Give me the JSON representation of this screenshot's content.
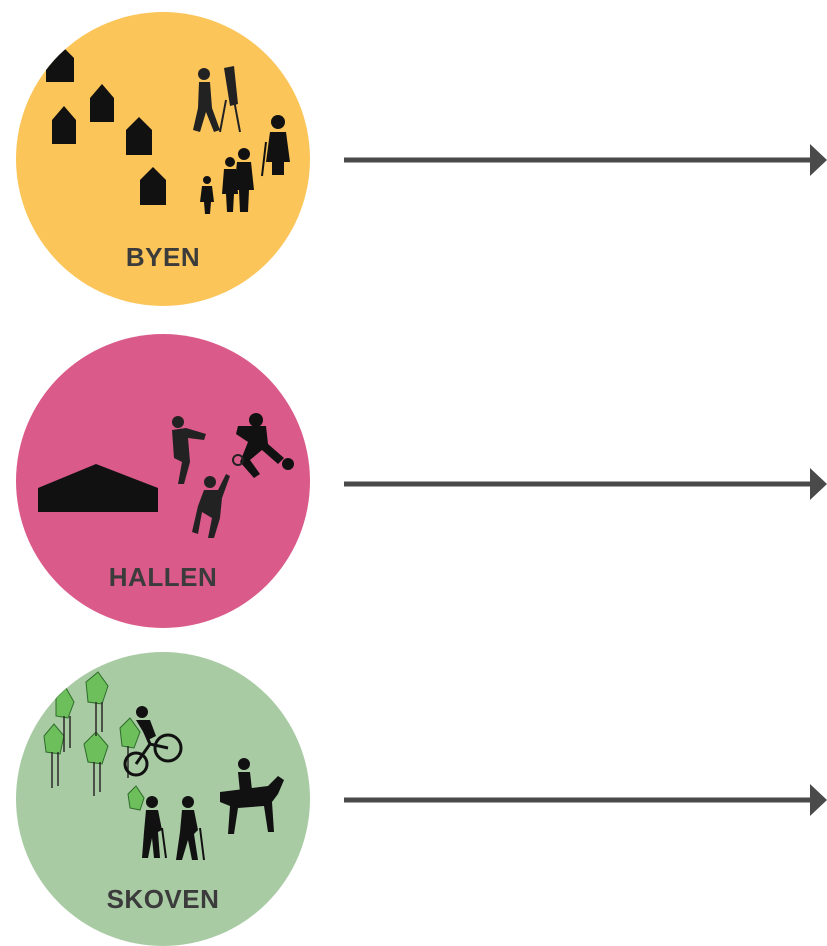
{
  "items": [
    {
      "label": "BYEN",
      "color": "#fbc55a"
    },
    {
      "label": "HALLEN",
      "color": "#da5a8a"
    },
    {
      "label": "SKOVEN",
      "color": "#a8cba4"
    }
  ],
  "arrow_color": "#4a4a4a",
  "tree_color": "#6cbf5a",
  "silhouette_color": "#111111"
}
